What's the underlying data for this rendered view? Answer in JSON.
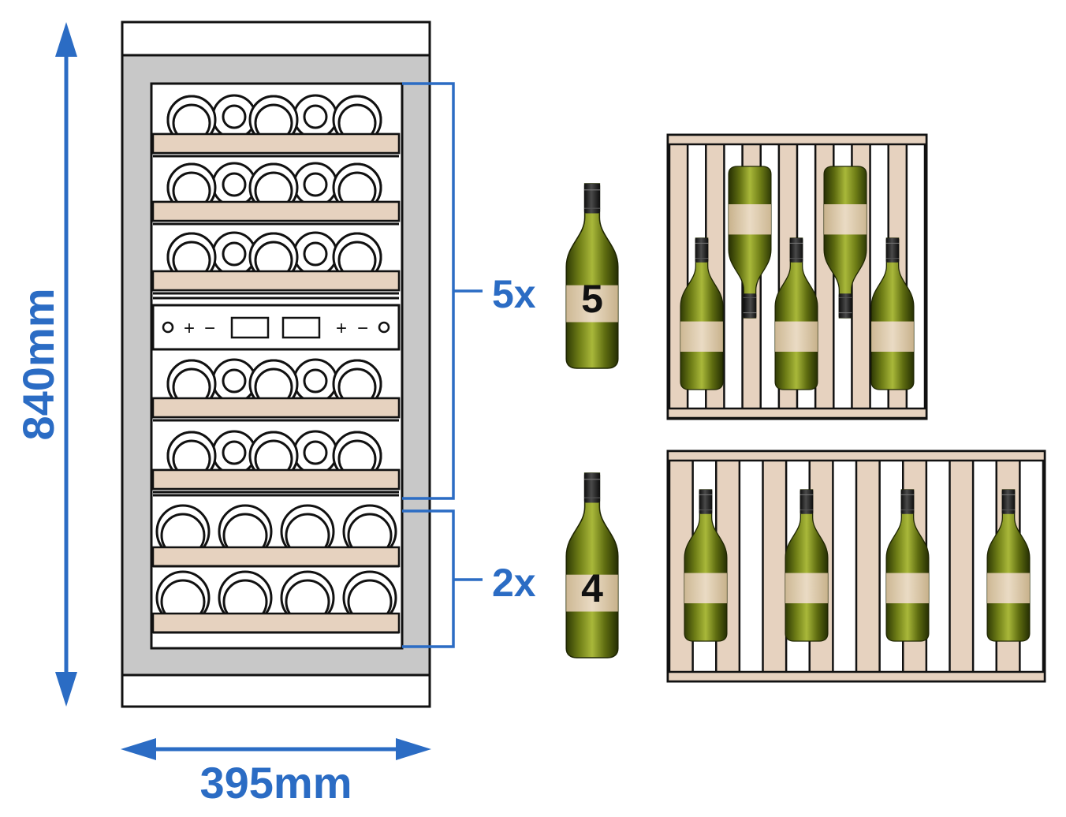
{
  "dimensions": {
    "height": "840mm",
    "width": "395mm"
  },
  "zones": {
    "upper": {
      "multiplier": "5x",
      "bottles_per_shelf": "5"
    },
    "lower": {
      "multiplier": "2x",
      "bottles_per_shelf": "4"
    }
  },
  "control_panel": {
    "left_plus": "+",
    "left_minus": "−",
    "right_plus": "+",
    "right_minus": "−"
  },
  "colors": {
    "accent_blue": "#2b6cc4",
    "wood": "#e6d2bf",
    "cabinet_gray": "#c8c8c8",
    "bottle_green": "#5c6b12",
    "label_beige": "#e3d1b5",
    "capsule": "#222222"
  },
  "icons": {
    "dimension_arrow": "double-arrow-icon",
    "bracket": "bracket-icon",
    "bottle": "wine-bottle-icon"
  }
}
